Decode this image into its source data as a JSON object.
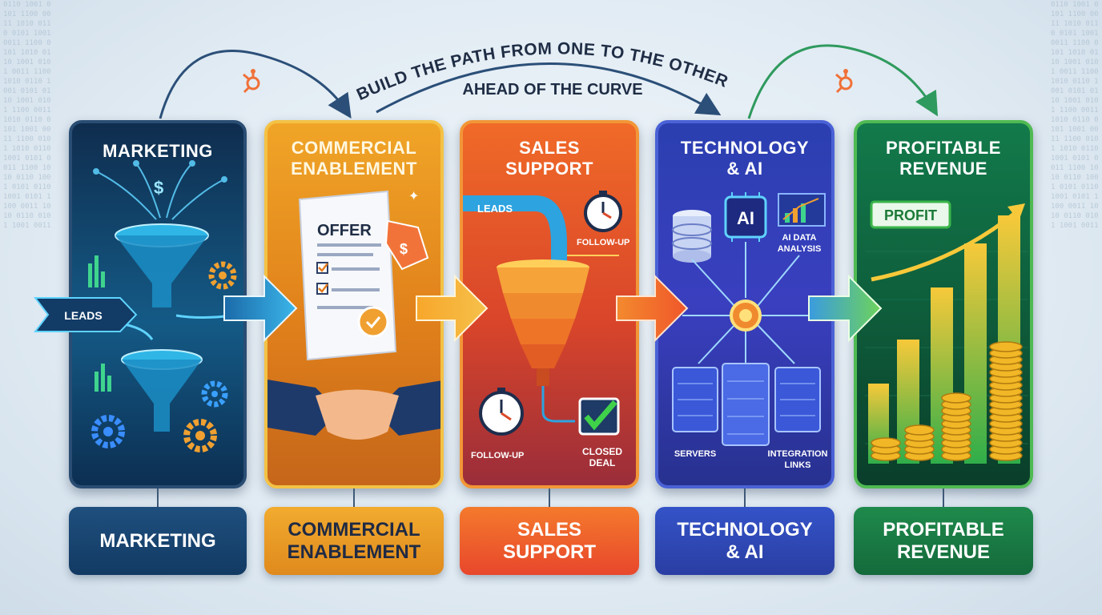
{
  "headline": {
    "line1": "BUILD THE PATH FROM ONE TO THE OTHER",
    "line2": "AHEAD OF THE CURVE"
  },
  "stages": [
    {
      "title": "MARKETING",
      "footer": "MARKETING",
      "labels": {
        "leads": "LEADS"
      },
      "color": "#145a86"
    },
    {
      "title": "COMMERCIAL ENABLEMENT",
      "title_line1": "COMMERCIAL",
      "title_line2": "ENABLEMENT",
      "footer_line1": "COMMERCIAL",
      "footer_line2": "ENABLEMENT",
      "labels": {
        "offer": "OFFER"
      },
      "color": "#e0801b"
    },
    {
      "title_line1": "SALES",
      "title_line2": "SUPPORT",
      "footer_line1": "SALES",
      "footer_line2": "SUPPORT",
      "labels": {
        "leads": "LEADS",
        "follow_up_top": "FOLLOW-UP",
        "follow_up_bottom": "FOLLOW-UP",
        "closed_line1": "CLOSED",
        "closed_line2": "DEAL"
      },
      "color": "#e8472c"
    },
    {
      "title_line1": "TECHNOLOGY",
      "title_line2": "& AI",
      "footer_line1": "TECHNOLOGY",
      "footer_line2": "& AI",
      "labels": {
        "ai": "AI",
        "analysis_line1": "AI DATA",
        "analysis_line2": "ANALYSIS",
        "servers": "SERVERS",
        "integration_line1": "INTEGRATION",
        "integration_line2": "LINKS"
      },
      "color": "#2a3ea3"
    },
    {
      "title_line1": "PROFITABLE",
      "title_line2": "REVENUE",
      "footer_line1": "PROFITABLE",
      "footer_line2": "REVENUE",
      "labels": {
        "profit": "PROFIT"
      },
      "color": "#146a3b"
    }
  ],
  "icons": [
    "funnel-icon",
    "dollar-icon",
    "gear-icon",
    "bar-chart-icon",
    "document-icon",
    "price-tag-icon",
    "checkbox-icon",
    "badge-icon",
    "handshake-icon",
    "stopwatch-icon",
    "checkmark-icon",
    "database-icon",
    "ai-chip-icon",
    "server-icon",
    "hub-icon",
    "growth-arrow-icon",
    "coin-stack-icon",
    "hubspot-logo-icon",
    "flow-arrow-icon"
  ],
  "binary_text": "0110 1001 0101 1100 0011 1010 0110 0101 1001 0011 1100 0101 1010 0110 1001 0101 0011 1100 1010 0110 1001 0101 0110 1001 0101 1100 0011 1010 0110 0101 1001 0011 1100 0101 1010 0110 1001 0101 0011 1100 1010 0110 1001 0101 0110 1001 0101 1100 0011 1010 0110 0101 1001 0011"
}
